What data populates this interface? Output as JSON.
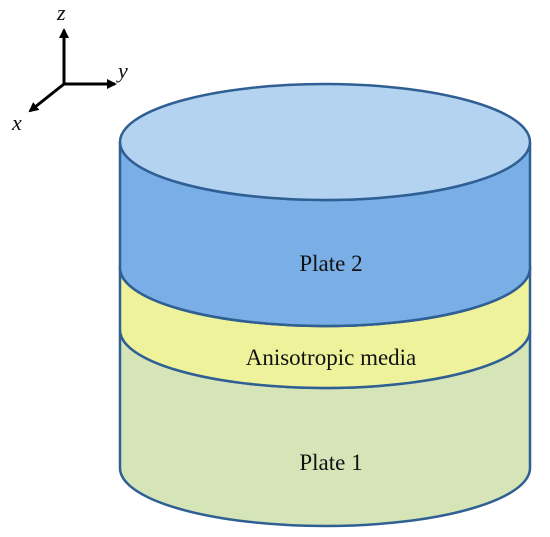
{
  "diagram": {
    "layers": [
      {
        "id": "plate-2",
        "label": "Plate 2",
        "side_color": "#7aaee6",
        "top_color": "#b3d3f1",
        "stroke_color": "#2f5f93"
      },
      {
        "id": "anisotropic-media",
        "label": "Anisotropic media",
        "side_color": "#eef29b",
        "top_color": "#f4f7bf",
        "stroke_color": "#2f5f93"
      },
      {
        "id": "plate-1",
        "label": "Plate 1",
        "side_color": "#d6e5b7",
        "top_color": "#d6e5b7",
        "stroke_color": "#2f5f93"
      }
    ],
    "axes": {
      "x_label": "x",
      "y_label": "y",
      "z_label": "z",
      "axis_color": "#000000"
    }
  }
}
